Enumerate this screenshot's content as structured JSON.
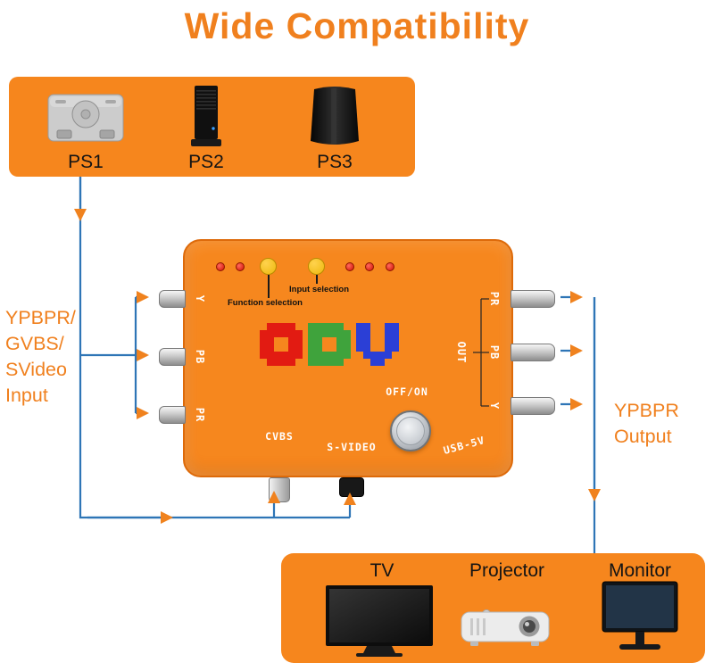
{
  "title": "Wide Compatibility",
  "colors": {
    "accent_orange": "#F0801E",
    "box_orange": "#F6861D",
    "line_blue": "#2E75B6"
  },
  "sources": {
    "items": [
      {
        "label": "PS1",
        "icon": "ps1-console-icon"
      },
      {
        "label": "PS2",
        "icon": "ps2-console-icon"
      },
      {
        "label": "PS3",
        "icon": "ps3-console-icon"
      }
    ]
  },
  "input_label": {
    "lines": [
      "YPBPR/",
      "GVBS/",
      "SVideo",
      "Input"
    ]
  },
  "output_label": {
    "lines": [
      "YPBPR",
      "Output"
    ]
  },
  "device": {
    "logo_letters": [
      {
        "char": "O",
        "color": "#E21B12"
      },
      {
        "char": "D",
        "color": "#3FA33C"
      },
      {
        "char": "V",
        "color": "#2B3FD6"
      }
    ],
    "labels": {
      "function_selection": "Function selection",
      "input_selection": "Input selection",
      "off_on": "OFF/ON",
      "usb": "USB-5V",
      "cvbs": "CVBS",
      "svideo": "S-VIDEO",
      "out": "OUT"
    },
    "left_ports": [
      "Y",
      "PB",
      "PR"
    ],
    "right_ports": [
      "PR",
      "PB",
      "Y"
    ]
  },
  "outputs": {
    "items": [
      {
        "label": "TV",
        "icon": "tv-icon"
      },
      {
        "label": "Projector",
        "icon": "projector-icon"
      },
      {
        "label": "Monitor",
        "icon": "monitor-icon"
      }
    ]
  }
}
